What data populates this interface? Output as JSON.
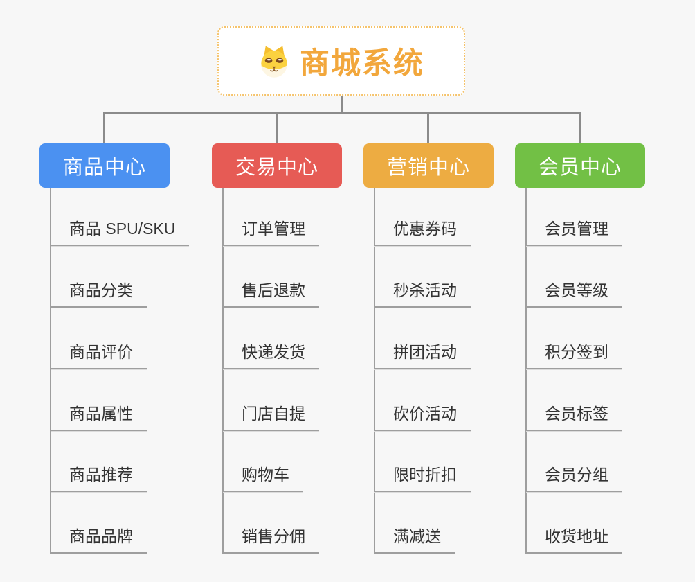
{
  "app": {
    "type": "mindmap",
    "background": "#F7F7F7"
  },
  "root": {
    "title": "商城系统",
    "icon": "shiba-dog-icon",
    "text_color": "#F2A73C",
    "border_color": "#F5C36B"
  },
  "connector_color": "#8B8B8B",
  "branches": [
    {
      "id": "product-center",
      "label": "商品中心",
      "color": "#4B91F1",
      "items": [
        "商品 SPU/SKU",
        "商品分类",
        "商品评价",
        "商品属性",
        "商品推荐",
        "商品品牌"
      ]
    },
    {
      "id": "trade-center",
      "label": "交易中心",
      "color": "#E65B55",
      "items": [
        "订单管理",
        "售后退款",
        "快递发货",
        "门店自提",
        "购物车",
        "销售分佣"
      ]
    },
    {
      "id": "marketing-center",
      "label": "营销中心",
      "color": "#EDAC42",
      "items": [
        "优惠券码",
        "秒杀活动",
        "拼团活动",
        "砍价活动",
        "限时折扣",
        "满减送"
      ]
    },
    {
      "id": "member-center",
      "label": "会员中心",
      "color": "#72C045",
      "items": [
        "会员管理",
        "会员等级",
        "积分签到",
        "会员标签",
        "会员分组",
        "收货地址"
      ]
    }
  ]
}
